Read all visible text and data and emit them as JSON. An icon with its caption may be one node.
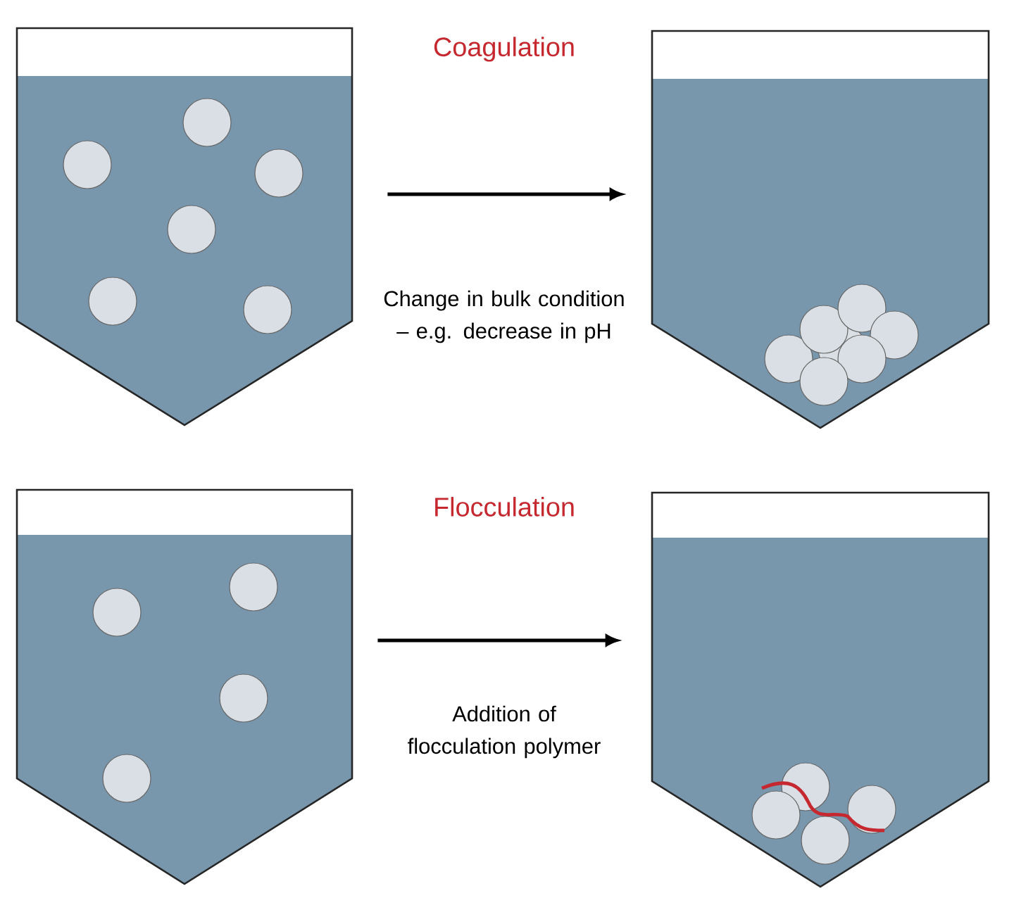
{
  "diagram": {
    "nodes": [
      {
        "text": [],
        "shape": "tank"
      },
      {
        "text": [],
        "shape": "tank"
      },
      {
        "text": [],
        "shape": "tank"
      },
      {
        "text": [],
        "shape": "tank"
      }
    ],
    "edges": [
      {
        "from": 0,
        "to": 1,
        "arrow": "to",
        "label": "Change in bulk condition – e.g. decrease in pH"
      },
      {
        "from": 2,
        "to": 3,
        "arrow": "to",
        "label": "Addition of flocculation polymer"
      }
    ],
    "labels": [
      "Coagulation",
      "Flocculation"
    ]
  }
}
